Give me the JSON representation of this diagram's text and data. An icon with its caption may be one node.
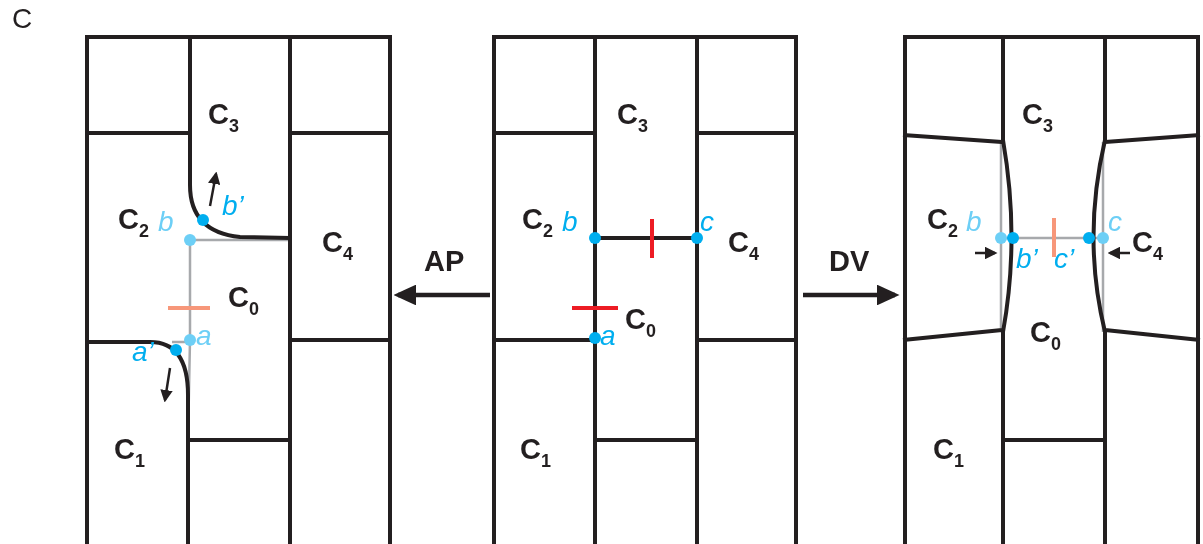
{
  "diagram": {
    "nodes": [
      {
        "text": [],
        "shape": "box"
      },
      {
        "text": [],
        "shape": "box"
      },
      {
        "text": [],
        "shape": "box"
      }
    ],
    "edges": [
      {
        "from": 1,
        "to": 0,
        "arrow": "to",
        "label": "AP"
      },
      {
        "from": 1,
        "to": 2,
        "arrow": "to",
        "label": "DV"
      }
    ],
    "labels": [
      "C",
      "C$_{3}$",
      "C$_{2}$",
      "b",
      "b’",
      "C$_{4}$",
      "C$_{0}$",
      "a",
      "a’",
      "C$_{1}$",
      "C$_{3}$",
      "C$_{2}$",
      "b",
      "c",
      "C$_{4}$",
      "C$_{0}$",
      "a",
      "C$_{1}$",
      "C$_{3}$",
      "b",
      "c",
      "C$_{2}$",
      "C$_{4}$",
      "b’",
      "c’",
      "C$_{0}$",
      "C$_{1}$"
    ]
  }
}
